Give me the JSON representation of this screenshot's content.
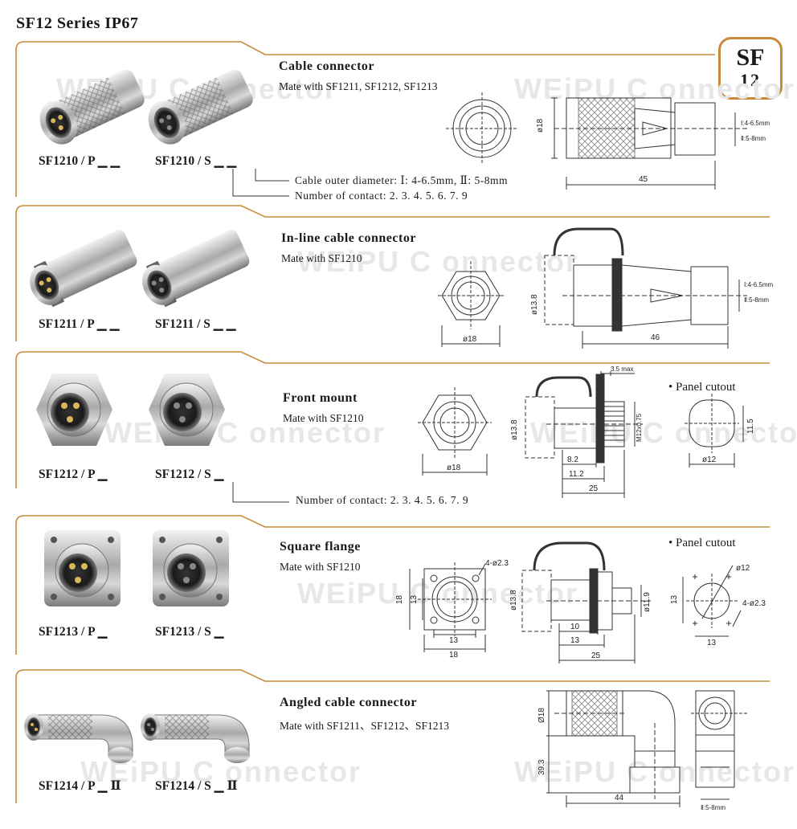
{
  "header": {
    "title": "SF12 Series IP67"
  },
  "badge": {
    "line1": "SF",
    "line2": "12"
  },
  "watermark": {
    "brand": "WEiPU",
    "suffix": "C onnector"
  },
  "sections": [
    {
      "title": "Cable connector",
      "mate": "Mate with SF1211,  SF1212,  SF1213",
      "part_p": "SF1210 / P",
      "part_s": "SF1210 / S",
      "notes": [
        "Cable outer diameter: Ⅰ: 4-6.5mm,  Ⅱ: 5-8mm",
        "Number of contact: 2. 3. 4. 5. 6. 7. 9"
      ],
      "dims": {
        "diameter": "ø18",
        "length": "45",
        "range1": "Ⅰ:4-6.5mm",
        "range2": "Ⅱ:5-8mm"
      }
    },
    {
      "title": "In-line cable connector",
      "mate": "Mate with SF1210",
      "part_p": "SF1211 / P",
      "part_s": "SF1211 / S",
      "dims": {
        "diameter": "ø18",
        "body_dia": "ø13.8",
        "length": "46",
        "range1": "Ⅰ:4-6.5mm",
        "range2": "Ⅱ:5-8mm"
      }
    },
    {
      "title": "Front mount",
      "mate": "Mate with SF1210",
      "part_p": "SF1212 / P",
      "part_s": "SF1212 / S",
      "notes": [
        "Number of contact: 2. 3. 4. 5. 6. 7. 9"
      ],
      "panel_cutout": "Panel cutout",
      "dims": {
        "diameter": "ø18",
        "body_dia": "ø13.8",
        "max": "3.5 max",
        "thread": "M12x0.75",
        "d1": "8.2",
        "d2": "11.2",
        "length": "25",
        "cut_w": "ø12",
        "cut_h": "11.5"
      }
    },
    {
      "title": "Square flange",
      "mate": "Mate with SF1210",
      "part_p": "SF1213 / P",
      "part_s": "SF1213 / S",
      "panel_cutout": "Panel cutout",
      "dims": {
        "holes": "4-ø2.3",
        "side": "18",
        "pitch": "13",
        "body_dia": "ø13.8",
        "pin_dia": "ø11.9",
        "d1": "10",
        "d2": "13",
        "length": "25",
        "cut_dia": "ø12",
        "cut_pitch": "13",
        "cut_holes": "4-ø2.3"
      }
    },
    {
      "title": "Angled cable connector",
      "mate": "Mate with SF1211、SF1212、SF1213",
      "part_p": "SF1214 / P",
      "part_s": "SF1214 / S",
      "suffix": "Ⅱ",
      "dims": {
        "diameter": "Ø18",
        "height": "39.3",
        "length": "44",
        "range": "Ⅱ:5-8mm"
      }
    }
  ]
}
